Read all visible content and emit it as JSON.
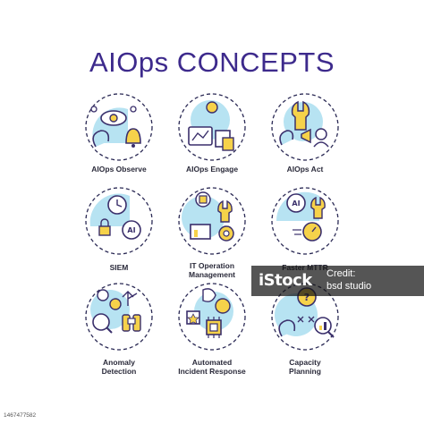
{
  "title": "AIOps CONCEPTS",
  "colors": {
    "title": "#3d2a8c",
    "blue_fill": "#b7e3f2",
    "yellow": "#f6d24a",
    "stroke": "#3a2f6b",
    "dash": "#2b2a55"
  },
  "concepts": [
    {
      "label": "AIOps Observe",
      "icon": "eye-icon"
    },
    {
      "label": "AIOps Engage",
      "icon": "dashboard-icon"
    },
    {
      "label": "AIOps Act",
      "icon": "wrench-icon"
    },
    {
      "label": "SIEM",
      "icon": "shield-clock-icon"
    },
    {
      "label": "IT Operation\nManagement",
      "icon": "server-gear-icon"
    },
    {
      "label": "Faster MTTR",
      "icon": "stopwatch-icon"
    },
    {
      "label": "Anomaly\nDetection",
      "icon": "binoculars-icon"
    },
    {
      "label": "Automated\nIncident Response",
      "icon": "chip-icon"
    },
    {
      "label": "Capacity\nPlanning",
      "icon": "magnifier-chart-icon"
    }
  ],
  "watermark": {
    "logo": "iStock",
    "credit_line1": "Credit:",
    "credit_line2": "bsd studio"
  },
  "stock_id": "1467477582"
}
